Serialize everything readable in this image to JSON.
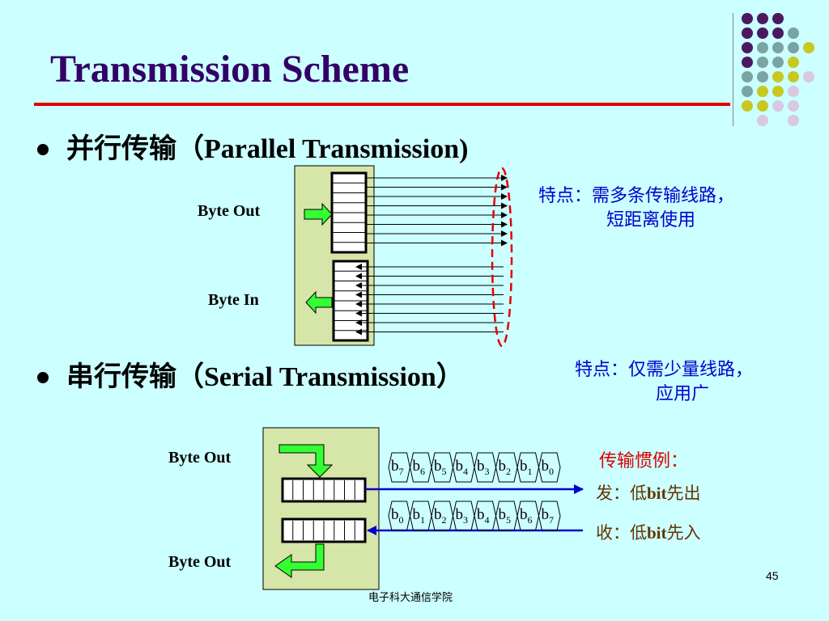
{
  "title": "Transmission Scheme",
  "colors": {
    "title": "#330066",
    "rule": "#e30000",
    "background": "#ccffff",
    "panel": "#d6e5a8",
    "arrow_green": "#33ff33",
    "line_blue": "#0000cc"
  },
  "decoration": {
    "dots": [
      [
        "#4b1a5e",
        "#4b1a5e",
        "#4b1a5e",
        null,
        null
      ],
      [
        "#4b1a5e",
        "#4b1a5e",
        "#4b1a5e",
        "#7aa3a3",
        null
      ],
      [
        "#4b1a5e",
        "#7aa3a3",
        "#7aa3a3",
        "#7aa3a3",
        "#c8c820"
      ],
      [
        "#4b1a5e",
        "#7aa3a3",
        "#7aa3a3",
        "#c8c820",
        null
      ],
      [
        "#7aa3a3",
        "#7aa3a3",
        "#c8c820",
        "#c8c820",
        "#d8c8e0"
      ],
      [
        "#7aa3a3",
        "#c8c820",
        "#c8c820",
        "#d8c8e0",
        null
      ],
      [
        "#c8c820",
        "#c8c820",
        "#d8c8e0",
        "#d8c8e0",
        null
      ],
      [
        null,
        "#d8c8e0",
        null,
        "#d8c8e0",
        null
      ]
    ]
  },
  "parallel": {
    "heading_cn": "并行传输",
    "heading_en": "（Parallel Transmission)",
    "byte_out": "Byte Out",
    "byte_in": "Byte In",
    "note_line1": "特点：需多条传输线路，",
    "note_line2": "短距离使用"
  },
  "serial": {
    "heading_cn": "串行传输",
    "heading_en": "（Serial Transmission）",
    "note_line1": "特点：仅需少量线路，",
    "note_line2": "应用广",
    "byte_out_top": "Byte Out",
    "byte_out_bottom": "Byte Out",
    "convention_title": "传输惯例：",
    "send_prefix": "发：低",
    "send_bit": "bit",
    "send_suffix": "先出",
    "recv_prefix": "收：低",
    "recv_bit": "bit",
    "recv_suffix": "先入",
    "seq_send": [
      "7",
      "6",
      "5",
      "4",
      "3",
      "2",
      "1",
      "0"
    ],
    "seq_recv": [
      "0",
      "1",
      "2",
      "3",
      "4",
      "5",
      "6",
      "7"
    ],
    "bit_letter": "b"
  },
  "footer": "电子科大通信学院",
  "page_number": "45"
}
